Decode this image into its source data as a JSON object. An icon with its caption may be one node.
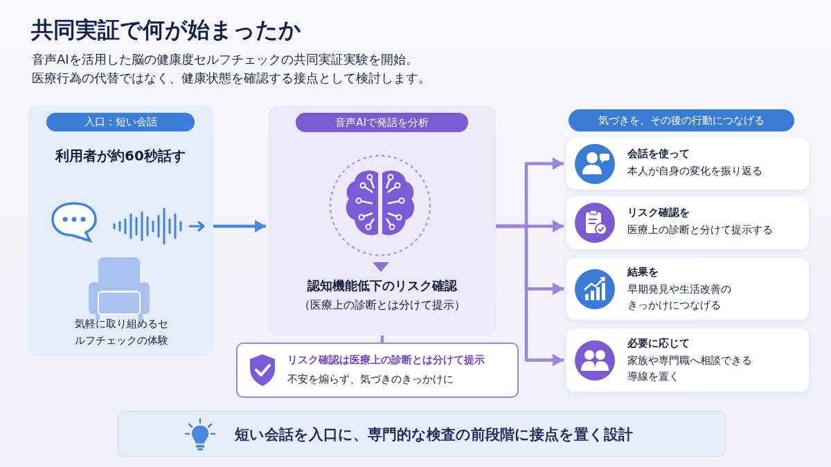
{
  "diagram": {
    "title": "共同実証で何が始まったか",
    "nodes": [
      {
        "text": [
          "入口：短い会話",
          "利用者が約60秒話す",
          "気軽に取り組めるセルフチェックの体験"
        ]
      },
      {
        "text": [
          "音声AIで発話を分析",
          "認知機能低下のリスク確認",
          "（医療上の診断とは分けて提示）"
        ]
      },
      {
        "text": [
          "リスク確認は医療上の診断とは分けて提示",
          "不安を煽らず、気づきのきっかけに"
        ]
      },
      {
        "text": [
          "気づきを、その後の行動につなげる"
        ]
      },
      {
        "text": [
          "会話を使って",
          "本人が自身の変化を振り返る"
        ]
      },
      {
        "text": [
          "リスク確認を",
          "医療上の診断と分けて提示する"
        ]
      },
      {
        "text": [
          "結果を",
          "早期発見や生活改善のきっかけにつなげる"
        ]
      },
      {
        "text": [
          "必要に応じて",
          "家族や専門職へ相談できる導線を置く"
        ]
      },
      {
        "text": [
          "短い会話を入口に、専門的な検査の前段階に接点を置く設計"
        ]
      }
    ],
    "edges": [
      {
        "from": 0,
        "to": 1,
        "arrow": "to",
        "color": "#4a88e0"
      },
      {
        "from": 1,
        "to": 2,
        "arrow": "none"
      },
      {
        "from": 1,
        "to": 4,
        "arrow": "to"
      },
      {
        "from": 1,
        "to": 5,
        "arrow": "to"
      },
      {
        "from": 1,
        "to": 6,
        "arrow": "to"
      },
      {
        "from": 1,
        "to": 7,
        "arrow": "to"
      }
    ],
    "labels": [
      "音声AIを活用した脳の健康度セルフチェックの共同実証実験を開始。",
      "医療行為の代替ではなく、健康状態を確認する接点として検討します。"
    ]
  }
}
